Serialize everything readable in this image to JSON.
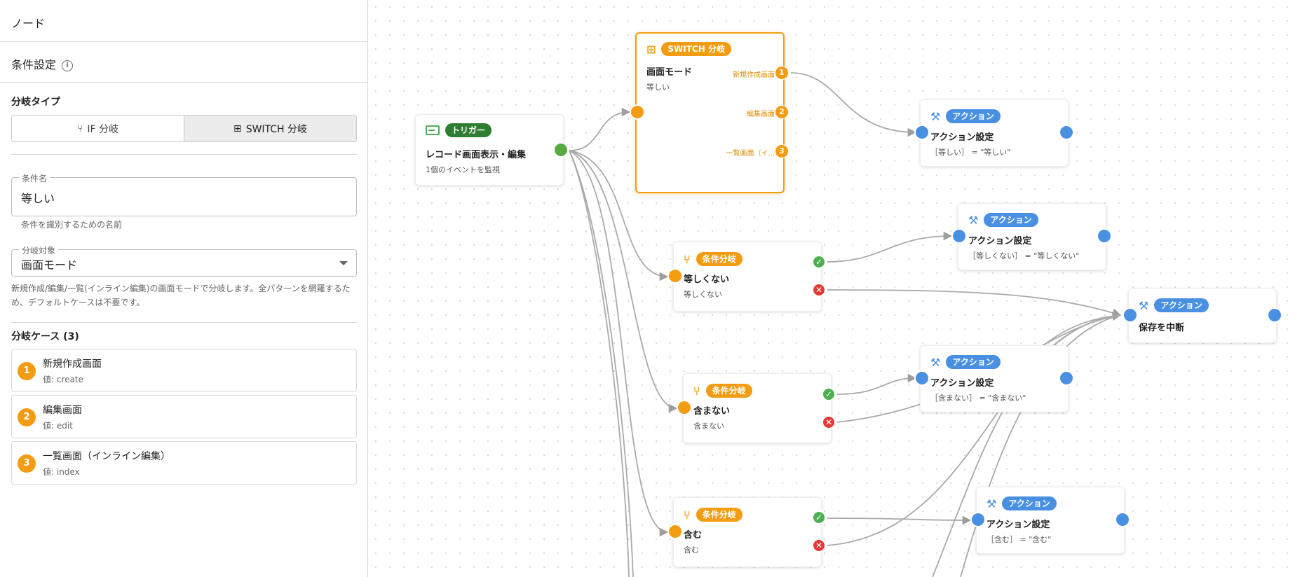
{
  "sidebar": {
    "header": "ノード",
    "section_title": "条件設定",
    "info_icon": "info-icon",
    "branch_type_label": "分岐タイプ",
    "branch_types": [
      {
        "label": "IF 分岐",
        "icon": "branch-icon",
        "active": false
      },
      {
        "label": "SWITCH 分岐",
        "icon": "switch-icon",
        "active": true
      }
    ],
    "condition_name": {
      "legend": "条件名",
      "value": "等しい",
      "helper": "条件を識別するための名前"
    },
    "branch_target": {
      "legend": "分岐対象",
      "value": "画面モード"
    },
    "description": "新規作成/編集/一覧(インライン編集)の画面モードで分岐します。全パターンを網羅するため、デフォルトケースは不要です。",
    "cases_label": "分岐ケース (3)",
    "cases": [
      {
        "num": "1",
        "title": "新規作成画面",
        "value": "値: create"
      },
      {
        "num": "2",
        "title": "編集画面",
        "value": "値: edit"
      },
      {
        "num": "3",
        "title": "一覧画面（インライン編集）",
        "value": "値: index"
      }
    ]
  },
  "canvas": {
    "trigger": {
      "badge": "トリガー",
      "title": "レコード画面表示・編集",
      "sub": "1個のイベントを監視"
    },
    "switch": {
      "badge": "SWITCH 分岐",
      "title": "画面モード",
      "sub": "等しい",
      "outputs": [
        {
          "num": "1",
          "label": "新規作成画面"
        },
        {
          "num": "2",
          "label": "編集画面"
        },
        {
          "num": "3",
          "label": "一覧画面（イ..."
        }
      ]
    },
    "conditions": [
      {
        "badge": "条件分岐",
        "title": "等しくない",
        "sub": "等しくない"
      },
      {
        "badge": "条件分岐",
        "title": "含まない",
        "sub": "含まない"
      },
      {
        "badge": "条件分岐",
        "title": "含む",
        "sub": "含む"
      }
    ],
    "actions": [
      {
        "badge": "アクション",
        "title": "アクション設定",
        "sub": "［等しい］ = \"等しい\""
      },
      {
        "badge": "アクション",
        "title": "アクション設定",
        "sub": "［等しくない］ = \"等しくない\""
      },
      {
        "badge": "アクション",
        "title": "保存を中断",
        "sub": ""
      },
      {
        "badge": "アクション",
        "title": "アクション設定",
        "sub": "［含まない］ = \"含まない\""
      },
      {
        "badge": "アクション",
        "title": "アクション設定",
        "sub": "［含む］ = \"含む\""
      }
    ],
    "port_symbols": {
      "true": "✓",
      "false": "✕"
    },
    "colors": {
      "trigger": "#2e7d32",
      "condition": "#f39c12",
      "action": "#4a90e2",
      "true": "#4caf50",
      "false": "#e53935"
    }
  }
}
